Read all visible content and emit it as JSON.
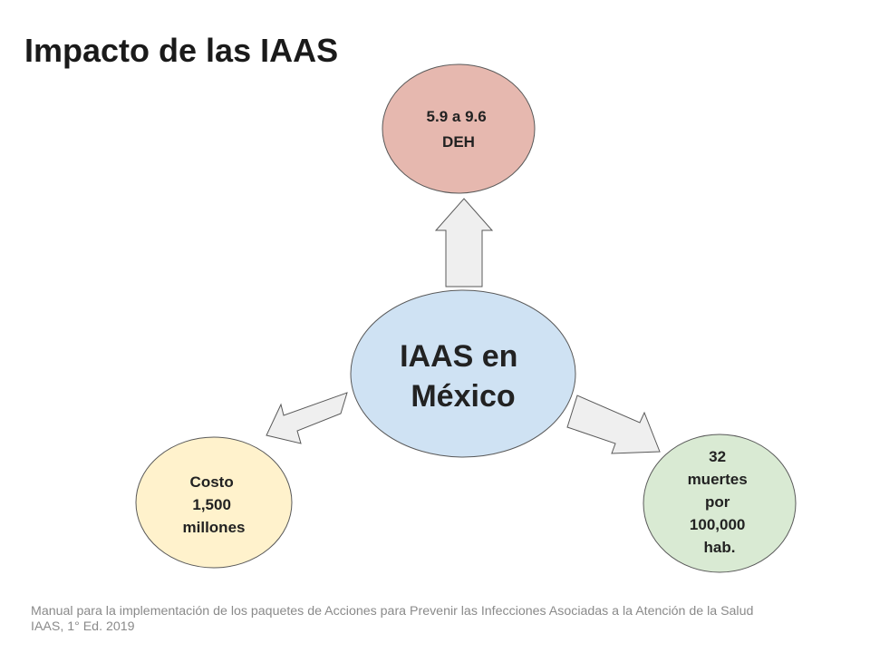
{
  "title": "Impacto de las IAAS",
  "center_node": {
    "lines": [
      "IAAS en",
      "México"
    ],
    "fill": "#cfe2f3"
  },
  "top_node": {
    "lines": [
      "5.9 a 9.6",
      "DEH"
    ],
    "fill": "#e6b8af"
  },
  "left_node": {
    "lines": [
      "Costo",
      "1,500",
      "millones"
    ],
    "fill": "#fff2cc"
  },
  "right_node": {
    "lines": [
      "32",
      "muertes",
      "por",
      "100,000",
      "hab."
    ],
    "fill": "#d9ead3"
  },
  "arrow_fill": "#efefef",
  "outline_color": "#595959",
  "footer": {
    "line1": "Manual para la implementación de los paquetes de Acciones para Prevenir las Infecciones Asociadas a la Atención de la Salud",
    "line2": "IAAS, 1° Ed. 2019"
  }
}
